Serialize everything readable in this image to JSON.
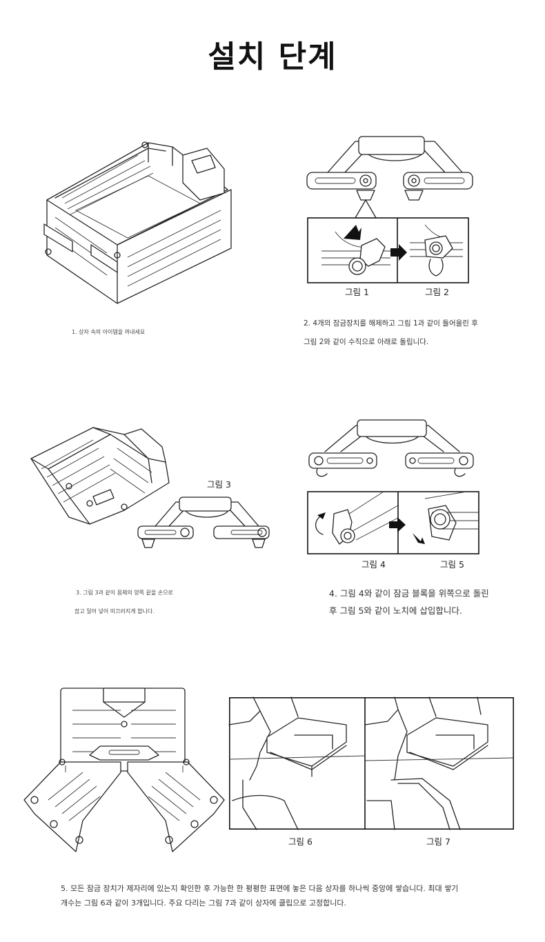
{
  "title": "설치 단계",
  "steps": {
    "step1": "1. 상자 속의 아이템을 꺼내세요",
    "step2_line1": "2. 4개의 잠금장치를 해제하고 그림 1과 같이 들어올린 후",
    "step2_line2": "그림 2와 같이 수직으로 아래로 돌립니다.",
    "step3_line1": "3. 그림 3과 같이 몸체의 양쪽 끝을 손으로",
    "step3_line2": "잡고 밀어 넣어 미끄러지게 합니다.",
    "step4_line1": "4. 그림 4와 같이 잠금 블록을 위쪽으로 돌린",
    "step4_line2": "후 그림 5와 같이 노치에 삽입합니다.",
    "step5_line1": "5. 모든 잠금 장치가 제자리에 있는지 확인한 후 가능한 한 평평한 표면에 놓은 다음 상자를 하나씩 중앙에 쌓습니다. 최대 쌓기",
    "step5_line2": "개수는 그림 6과 같이 3개입니다. 주요 다리는 그림 7과 같이 상자에 클립으로 고정합니다."
  },
  "figures": {
    "fig1": "그림 1",
    "fig2": "그림 2",
    "fig3": "그림 3",
    "fig4": "그림 4",
    "fig5": "그림 5",
    "fig6": "그림 6",
    "fig7": "그림 7"
  },
  "icons": [
    "crate-illustration",
    "handle-illustration",
    "arrow-right-icon",
    "arrow-diagonal-icon",
    "rotate-arrow-icon"
  ]
}
